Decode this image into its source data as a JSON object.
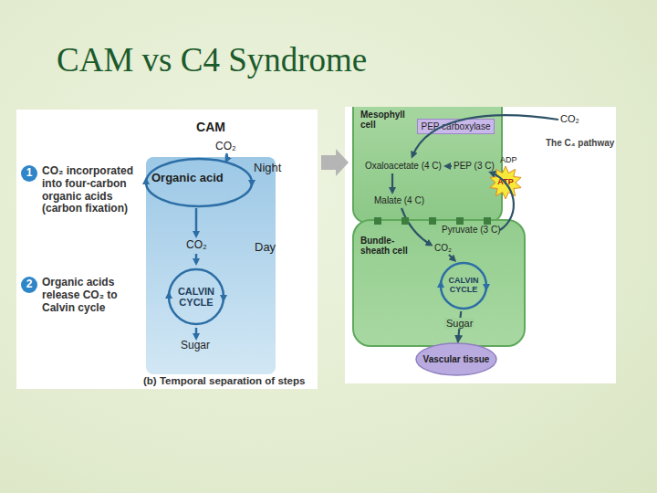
{
  "diagram": {
    "title": "CAM vs C4 Syndrome",
    "nodes": [
      {
        "text": [
          "CAM"
        ]
      },
      {
        "text": [
          "1"
        ]
      },
      {
        "text": [
          "2"
        ]
      },
      {
        "text": [
          "CALVIN CYCLE"
        ],
        "in": 0
      },
      {
        "text": [
          "Mesophyll cell"
        ]
      },
      {
        "text": [
          "PEP carboxylase"
        ],
        "in": 4
      },
      {
        "text": [
          "ATP"
        ],
        "in": 4
      },
      {
        "text": [
          "Bundle-sheath cell"
        ]
      },
      {
        "text": [
          "CALVIN CYCLE"
        ],
        "in": 7
      },
      {
        "text": [
          "Vascular tissue"
        ]
      }
    ],
    "edges": [
      {
        "from": 8,
        "to": 9,
        "arrow": "to",
        "label": "Sugar"
      }
    ],
    "labels": [
      "CO₂",
      "CO₂ incorporated into four-carbon organic acids (carbon fixation)",
      "Organic acid",
      "Night",
      "CO₂",
      "Day",
      "Organic acids release CO₂ to Calvin cycle",
      "Sugar",
      "(b) Temporal separation of steps",
      "CO₂",
      "The C₄ pathway",
      "Oxaloacetate (4 C)",
      "PEP (3 C)",
      "ADP",
      "Malate (4 C)",
      "Pyruvate (3 C)",
      "CO₂"
    ]
  }
}
